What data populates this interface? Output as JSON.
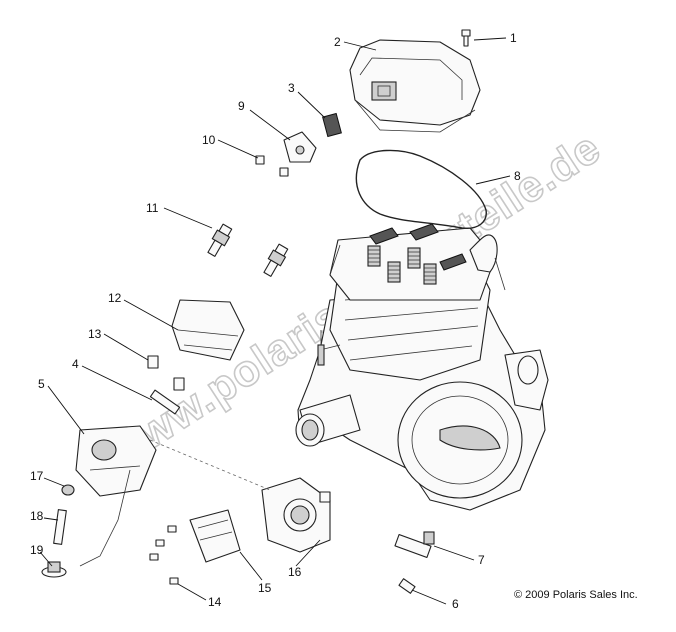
{
  "watermark": "www.polaris-ersatzteile.de",
  "copyright": "© 2009 Polaris Sales Inc.",
  "callouts": [
    "1",
    "2",
    "3",
    "4",
    "5",
    "6",
    "7",
    "8",
    "9",
    "10",
    "11",
    "12",
    "13",
    "14",
    "15",
    "16",
    "17",
    "18",
    "19"
  ]
}
